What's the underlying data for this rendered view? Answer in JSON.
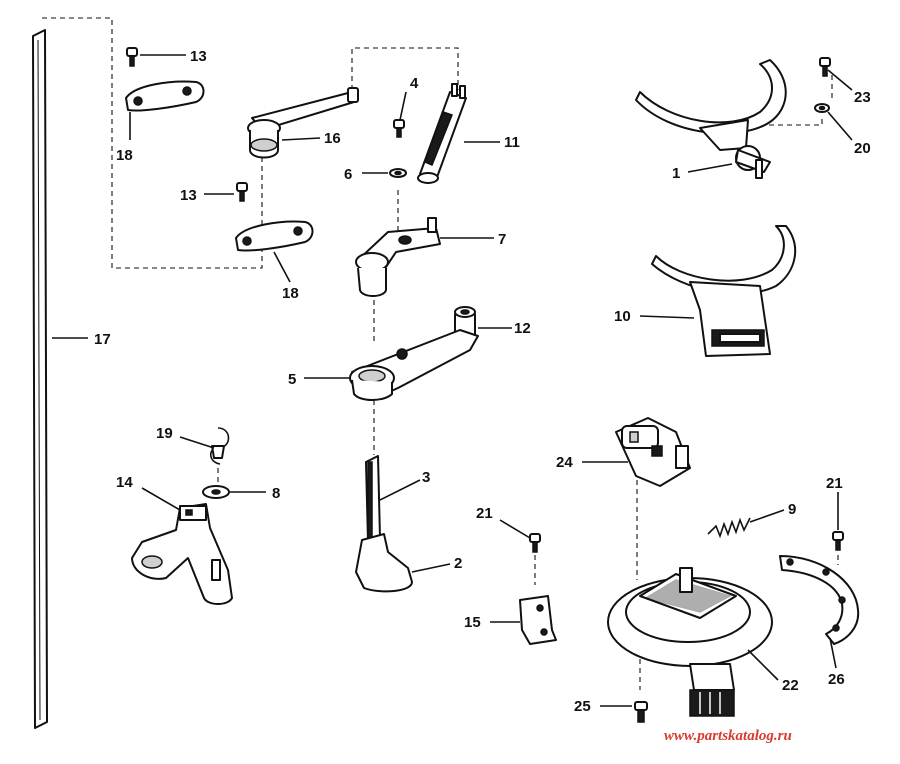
{
  "watermark": "www.partskatalog.ru",
  "callouts": {
    "p1": "1",
    "p2": "2",
    "p3": "3",
    "p4": "4",
    "p5": "5",
    "p6": "6",
    "p7": "7",
    "p8": "8",
    "p9": "9",
    "p10": "10",
    "p11": "11",
    "p12": "12",
    "p13a": "13",
    "p13b": "13",
    "p14": "14",
    "p15": "15",
    "p16": "16",
    "p17": "17",
    "p18a": "18",
    "p18b": "18",
    "p19": "19",
    "p20": "20",
    "p21a": "21",
    "p21b": "21",
    "p22": "22",
    "p23": "23",
    "p24": "24",
    "p25": "25",
    "p26": "26"
  }
}
